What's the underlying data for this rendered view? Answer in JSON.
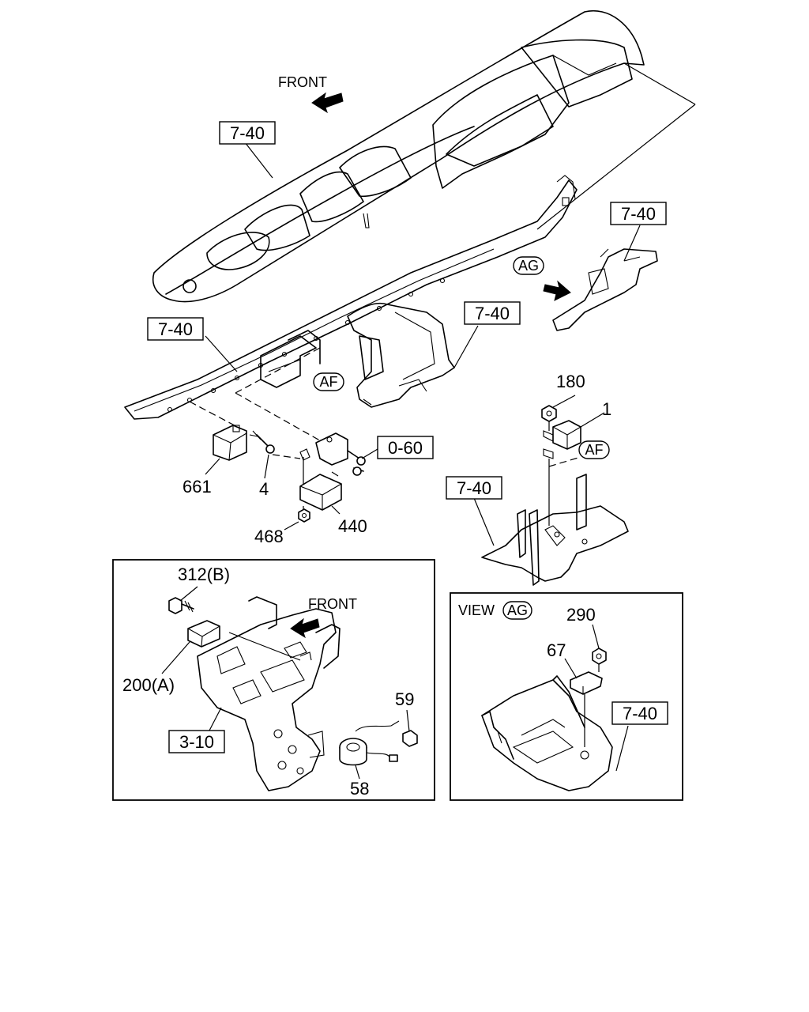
{
  "labels": {
    "front_top": "FRONT",
    "front_inset": "FRONT",
    "view": "VIEW",
    "view_ref": "AG"
  },
  "refs": {
    "dashboard": "7-40",
    "bracket_right_top": "7-40",
    "cross_member": "7-40",
    "center_stay": "7-40",
    "floor_bracket": "7-40",
    "view_floor": "7-40",
    "bolt_ref": "0-60",
    "inset_bracket": "3-10"
  },
  "view_markers": {
    "ag": "AG",
    "af_left": "AF",
    "af_right": "AF"
  },
  "parts": {
    "p180": "180",
    "p1": "1",
    "p661": "661",
    "p4": "4",
    "p440": "440",
    "p468": "468",
    "p312b": "312(B)",
    "p200a": "200(A)",
    "p59": "59",
    "p58": "58",
    "p290": "290",
    "p67": "67"
  }
}
